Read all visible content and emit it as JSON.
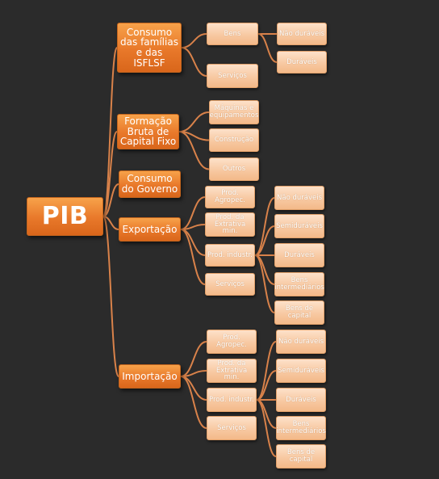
{
  "colors": {
    "background": "#2b2b2b",
    "connector": "#d9824a",
    "node_dark": "#e8782a",
    "node_light": "#f7c79f"
  },
  "root": {
    "label": "PIB"
  },
  "consumo": {
    "label": "Consumo das famílias e das ISFLSF",
    "bens": "Bens",
    "nao_duraveis": "Não duráveis",
    "duraveis": "Duráveis",
    "servicos": "Serviços"
  },
  "formacao": {
    "label": "Formação Bruta de Capital Fixo",
    "maquinas": "Máquinas e equipamentos",
    "construcao": "Construção",
    "outros": "Outros"
  },
  "governo": {
    "label": "Consumo do Governo"
  },
  "exportacao": {
    "label": "Exportação",
    "agropec": "Prod. Agropec.",
    "extrativa": "Prod. da Extrativa min.",
    "industr": "Prod. industr.",
    "servicos": "Serviços",
    "nao_duraveis": "Não duráveis",
    "semiduraveis": "Semiduráveis",
    "duraveis": "Duráveis",
    "bens_intermediarios": "Bens intermediários",
    "bens_capital": "Bens de capital"
  },
  "importacao": {
    "label": "Importação",
    "agropec": "Prod. Agropec.",
    "extrativa": "Prod. da Extrativa min.",
    "industr": "Prod. industr.",
    "servicos": "Serviços",
    "nao_duraveis": "Não duráveis",
    "semiduraveis": "Semiduráveis",
    "duraveis": "Duráveis",
    "bens_intermediarios": "Bens intermediários",
    "bens_capital": "Bens de capital"
  }
}
